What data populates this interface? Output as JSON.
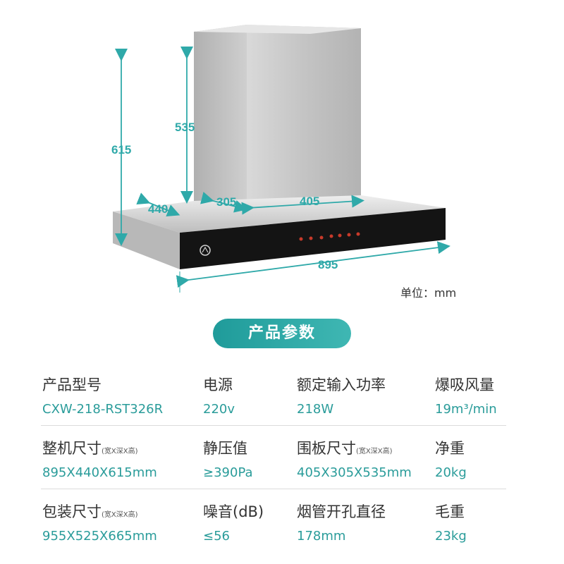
{
  "dimensions": {
    "height_total": "615",
    "chimney_height": "535",
    "depth": "440",
    "chimney_depth": "305",
    "chimney_width": "405",
    "width": "895"
  },
  "unit_label": "单位：mm",
  "section_title": "产品参数",
  "params": [
    {
      "label": "产品型号",
      "sub": "",
      "value": "CXW-218-RST326R"
    },
    {
      "label": "电源",
      "sub": "",
      "value": "220v"
    },
    {
      "label": "额定输入功率",
      "sub": "",
      "value": "218W"
    },
    {
      "label": "爆吸风量",
      "sub": "",
      "value": "19m³/min"
    },
    {
      "label": "整机尺寸",
      "sub": "(宽X深X高)",
      "value": "895X440X615mm"
    },
    {
      "label": "静压值",
      "sub": "",
      "value": "≥390Pa"
    },
    {
      "label": "围板尺寸",
      "sub": "(宽X深X高)",
      "value": "405X305X535mm"
    },
    {
      "label": "净重",
      "sub": "",
      "value": "20kg"
    },
    {
      "label": "包装尺寸",
      "sub": "(宽X深X高)",
      "value": "955X525X665mm"
    },
    {
      "label": "噪音(dB)",
      "sub": "",
      "value": "≤56"
    },
    {
      "label": "烟管开孔直径",
      "sub": "",
      "value": "178mm"
    },
    {
      "label": "毛重",
      "sub": "",
      "value": "23kg"
    }
  ],
  "colors": {
    "accent": "#2fa9a9",
    "banner_start": "#1f9b9a",
    "banner_end": "#3fb7b3"
  },
  "icons": [
    "brand-logo-icon",
    "control-panel-buttons"
  ]
}
